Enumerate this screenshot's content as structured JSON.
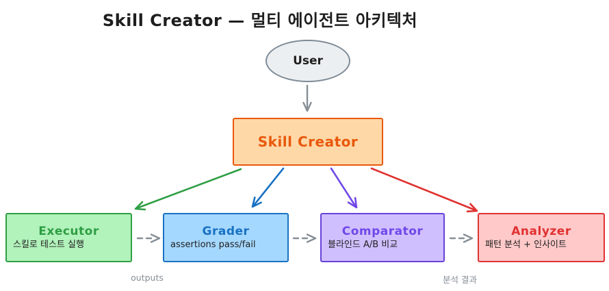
{
  "title": "Skill Creator — 멀티 에이전트 아키텍처",
  "user_node": {
    "label": "User"
  },
  "creator_node": {
    "label": "Skill Creator",
    "stroke": "#e8590c",
    "fill": "#ffd8a8"
  },
  "agents": [
    {
      "id": "executor",
      "title": "Executor",
      "subtitle": "스킬로 테스트 실행",
      "stroke": "#2f9e44",
      "fill": "#b2f2bb"
    },
    {
      "id": "grader",
      "title": "Grader",
      "subtitle": "assertions pass/fail",
      "stroke": "#1971c2",
      "fill": "#a5d8ff"
    },
    {
      "id": "comparator",
      "title": "Comparator",
      "subtitle": "블라인드 A/B 비교",
      "stroke": "#6741d9",
      "fill": "#d0bfff"
    },
    {
      "id": "analyzer",
      "title": "Analyzer",
      "subtitle": "패턴 분석 + 인사이트",
      "stroke": "#e03131",
      "fill": "#ffc9c9"
    }
  ],
  "edges": [
    {
      "from": "User",
      "to": "Skill Creator",
      "color": "#868e96",
      "style": "solid",
      "label": ""
    },
    {
      "from": "Skill Creator",
      "to": "Executor",
      "color": "#2f9e44",
      "style": "solid",
      "label": ""
    },
    {
      "from": "Skill Creator",
      "to": "Grader",
      "color": "#1971c2",
      "style": "solid",
      "label": ""
    },
    {
      "from": "Skill Creator",
      "to": "Comparator",
      "color": "#7048e8",
      "style": "solid",
      "label": ""
    },
    {
      "from": "Skill Creator",
      "to": "Analyzer",
      "color": "#e03131",
      "style": "solid",
      "label": ""
    },
    {
      "from": "Executor",
      "to": "Grader",
      "color": "#868e96",
      "style": "dashed",
      "label": "outputs"
    },
    {
      "from": "Grader",
      "to": "Comparator",
      "color": "#868e96",
      "style": "dashed",
      "label": ""
    },
    {
      "from": "Comparator",
      "to": "Analyzer",
      "color": "#868e96",
      "style": "dashed",
      "label": "분석 결과"
    }
  ],
  "flow_labels": {
    "outputs": "outputs",
    "analysis_result": "분석 결과"
  },
  "colors": {
    "background": "#ffffff",
    "text": "#1e1e1e",
    "muted_gray": "#868e96",
    "user_stroke": "#7d8a96",
    "user_fill": "#eceff1",
    "orange": "#e8590c",
    "green": "#2f9e44",
    "blue": "#1971c2",
    "purple": "#7048e8",
    "red": "#e03131"
  }
}
